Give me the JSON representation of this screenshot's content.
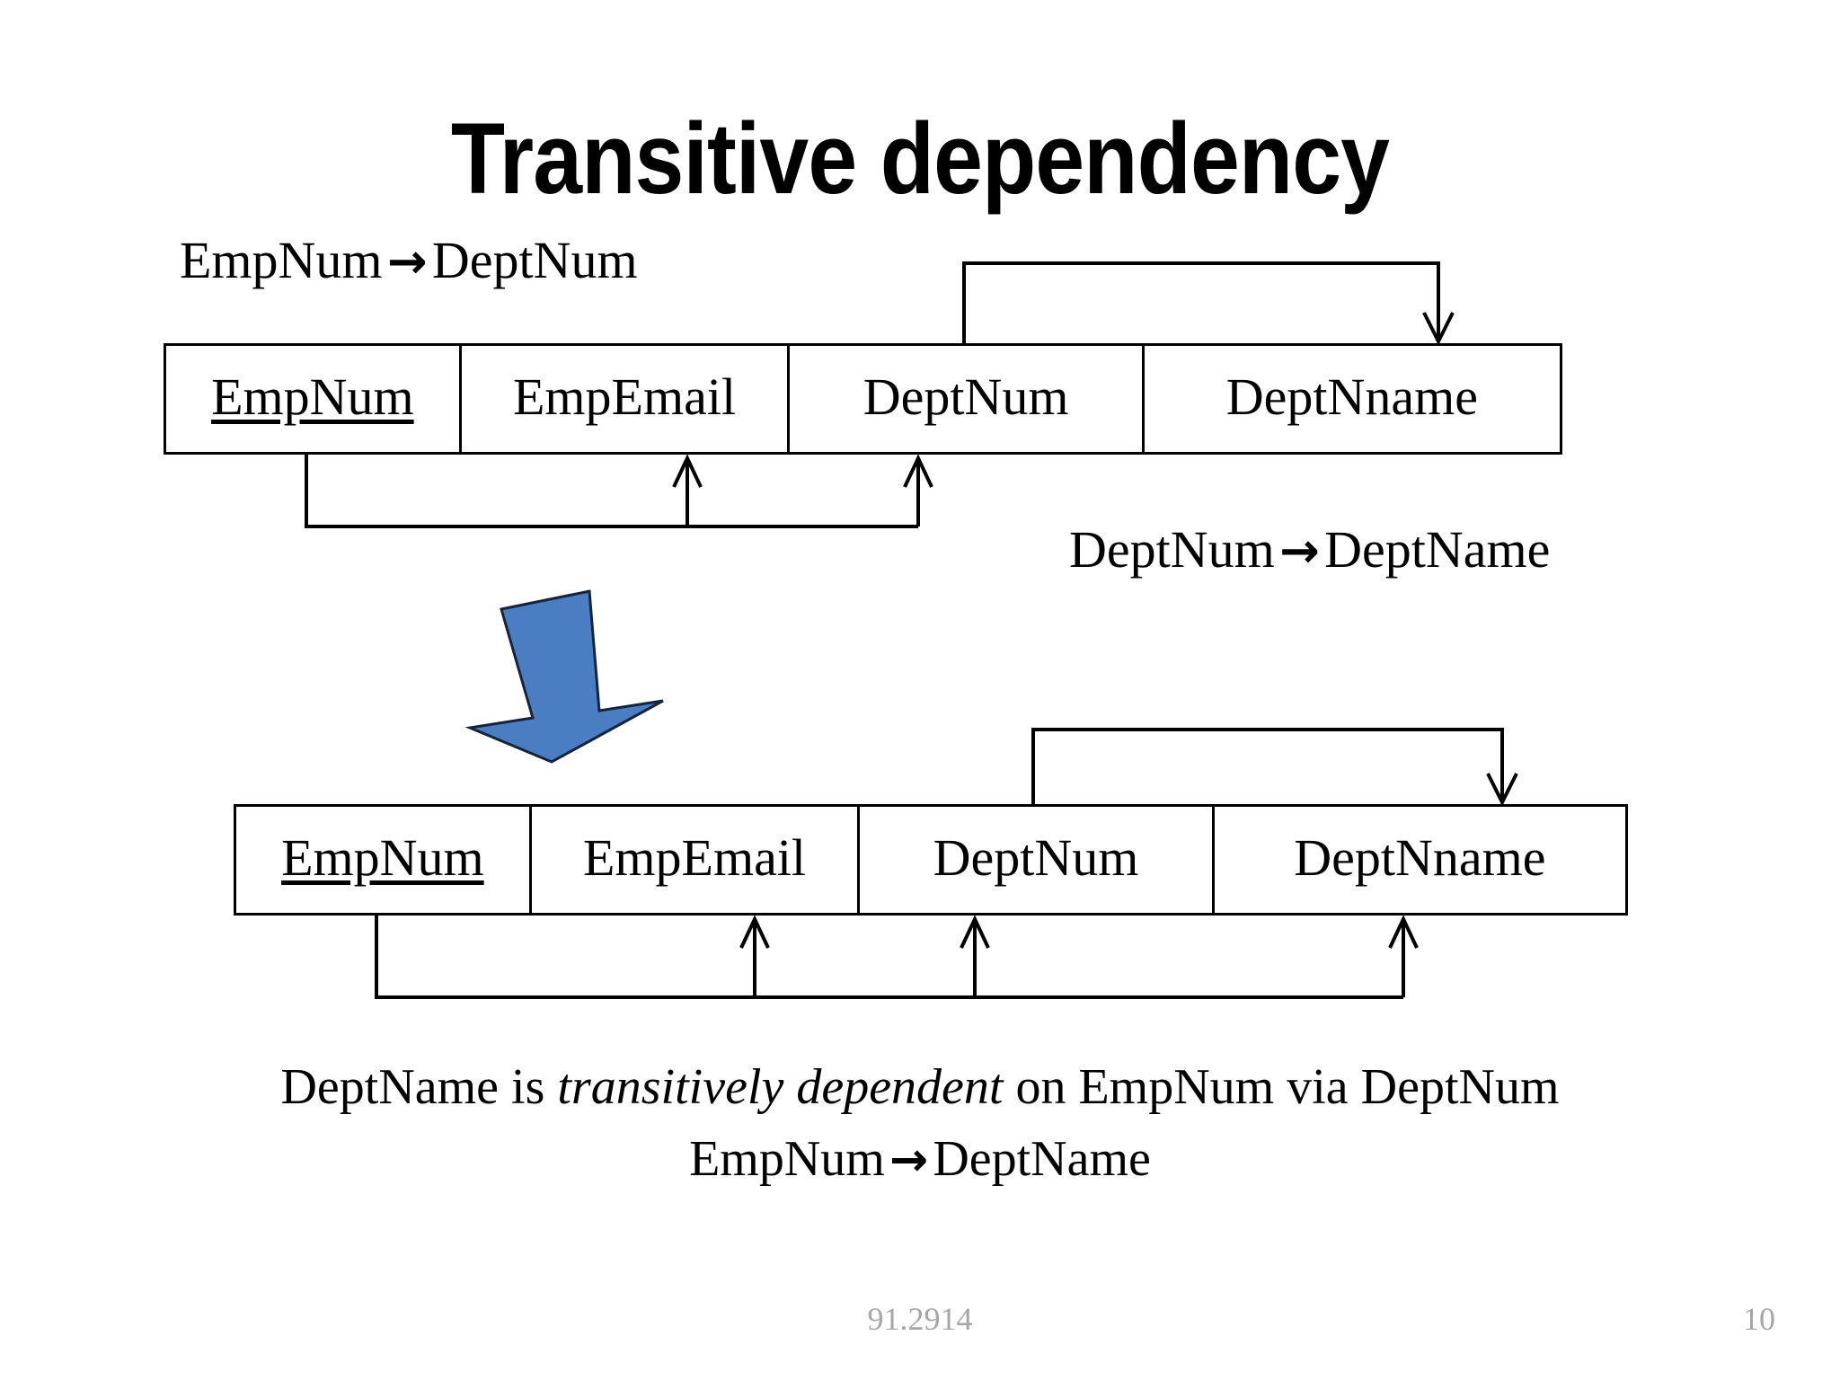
{
  "slide": {
    "title": "Transitive dependency",
    "background_color": "#ffffff",
    "text_color": "#000000",
    "accent_color": "#4b7dc3"
  },
  "annotations": {
    "fd_top_left": {
      "lhs": "EmpNum",
      "arrow": "→",
      "rhs": "DeptNum"
    },
    "fd_mid_right": {
      "lhs": "DeptNum",
      "arrow": "→",
      "rhs": "DeptName"
    }
  },
  "relations": [
    {
      "id": "relation-1",
      "attributes": [
        {
          "label": "EmpNum",
          "primary_key": true
        },
        {
          "label": "EmpEmail",
          "primary_key": false
        },
        {
          "label": "DeptNum",
          "primary_key": false
        },
        {
          "label": "DeptNname",
          "primary_key": false
        }
      ]
    },
    {
      "id": "relation-2",
      "attributes": [
        {
          "label": "EmpNum",
          "primary_key": true
        },
        {
          "label": "EmpEmail",
          "primary_key": false
        },
        {
          "label": "DeptNum",
          "primary_key": false
        },
        {
          "label": "DeptNname",
          "primary_key": false
        }
      ]
    }
  ],
  "transition_arrow": {
    "name": "blue-down-arrow",
    "fill": "#4b7dc3",
    "stroke": "#000000"
  },
  "caption": {
    "line1_part1": "DeptName is ",
    "line1_italic": "transitively dependent",
    "line1_part2": " on EmpNum via DeptNum",
    "line2_lhs": "EmpNum",
    "line2_arrow": "→",
    "line2_rhs": "DeptName"
  },
  "footer": {
    "course_code": "91.2914",
    "page_number": "10"
  }
}
